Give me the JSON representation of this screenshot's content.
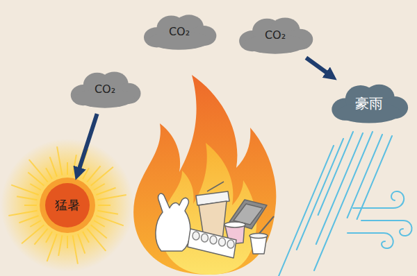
{
  "diagram": {
    "nodes": [
      {
        "text": [
          "CO₂"
        ]
      },
      {
        "text": [
          "CO₂"
        ]
      },
      {
        "text": [
          "CO₂"
        ]
      },
      {
        "text": [
          "豪雨"
        ]
      },
      {
        "text": [
          "猛暑"
        ]
      }
    ],
    "edges": [
      {
        "from": 2,
        "to": 4,
        "arrow": "to"
      },
      {
        "from": 1,
        "to": 3,
        "arrow": "to"
      }
    ]
  }
}
